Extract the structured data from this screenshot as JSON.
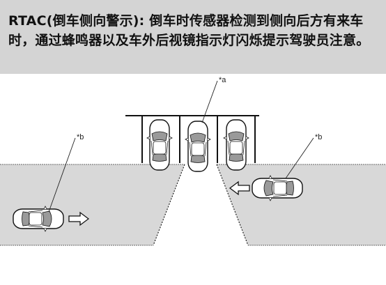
{
  "header": {
    "text": "RTAC(倒车侧向警示): 倒车时传感器检测到侧向后方有来车时，通过蜂鸣器以及车外后视镜指示灯闪烁提示驾驶员注意。",
    "background": "#d4d4d4"
  },
  "diagram": {
    "callouts": {
      "center_car": "*a",
      "left_car": "*b",
      "right_car": "*b"
    },
    "colors": {
      "road": "#d8d8d8",
      "line": "#111111",
      "car_body": "#ffffff",
      "car_glass": "#9a9a9a"
    }
  }
}
